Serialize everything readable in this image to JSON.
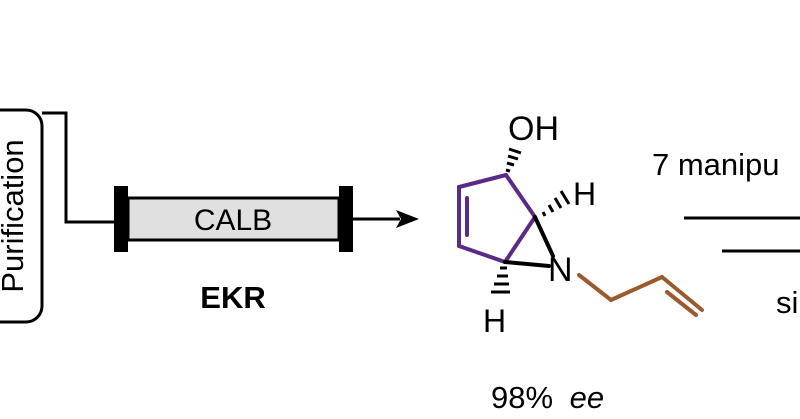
{
  "purification": {
    "label": "Purification"
  },
  "reactor": {
    "label": "CALB",
    "caption": "EKR"
  },
  "molecule": {
    "hydroxyl": "OH",
    "h_top": "H",
    "h_bottom": "H",
    "nitrogen": "N"
  },
  "result": {
    "yield_value": "98%",
    "yield_unit": "ee"
  },
  "next_step": {
    "top_text": "7 manipu",
    "bottom_text": "si"
  },
  "colors": {
    "reactor_fill": "#e0e0e0",
    "ring_bonds": "#5b2a86",
    "hydroxyl": "#8a9a1d",
    "allyl_chain": "#9b5a2b",
    "ink": "#000000"
  }
}
